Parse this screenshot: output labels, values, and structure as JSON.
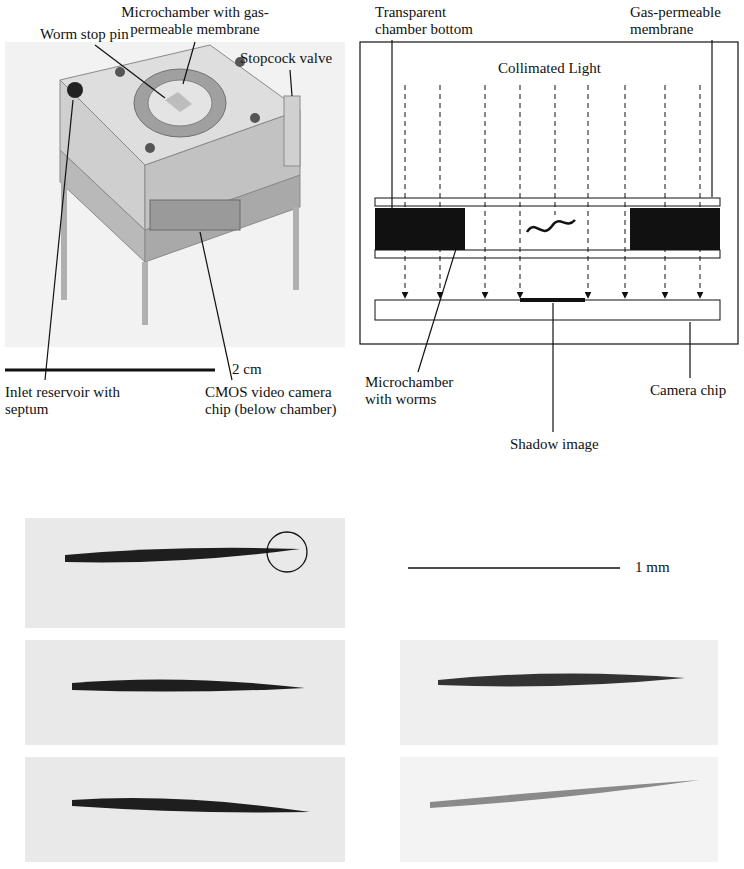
{
  "diagram": {
    "labels": [
      "Microchamber with gas-permeable membrane",
      "Worm stop pin",
      "Stopcock valve",
      "2 cm",
      "Inlet reservoir with septum",
      "CMOS video camera chip (below chamber)",
      "Transparent chamber bottom",
      "Gas-permeable membrane",
      "Collimated Light",
      "Microchamber with worms",
      "Camera chip",
      "Shadow image",
      "1 mm"
    ]
  }
}
